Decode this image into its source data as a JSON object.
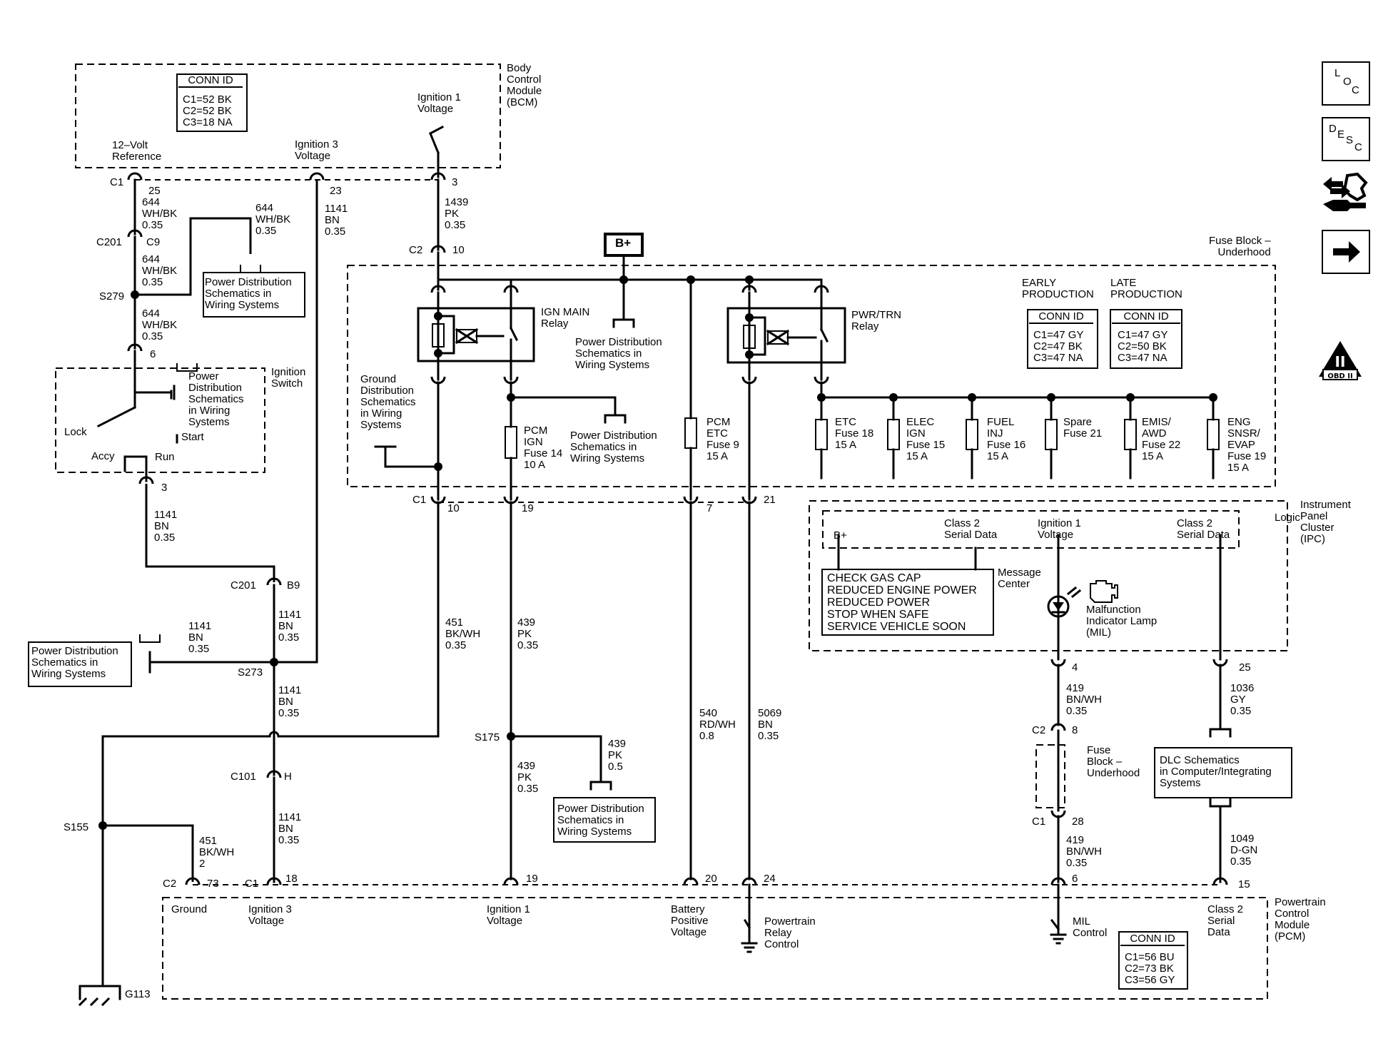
{
  "modules": {
    "bcm": {
      "name": "Body\nControl\nModule\n(BCM)"
    },
    "fuse_block": {
      "name": "Fuse Block –\nUnderhood"
    },
    "ipc": {
      "name": "Instrument\nPanel\nCluster\n(IPC)",
      "logic": "Logic"
    },
    "pcm": {
      "name": "Powertrain\nControl\nModule\n(PCM)"
    },
    "ignition_switch": {
      "name": "Ignition\nSwitch"
    },
    "fuse_block_inline": {
      "name": "Fuse\nBlock –\nUnderhood"
    }
  },
  "conn_tables": {
    "bcm": {
      "title": "CONN ID",
      "lines": "C1=52 BK\nC2=52 BK\nC3=18 NA"
    },
    "early": {
      "heading": "EARLY\nPRODUCTION",
      "title": "CONN ID",
      "lines": "C1=47 GY\nC2=47 BK\nC3=47 NA"
    },
    "late": {
      "heading": "LATE\nPRODUCTION",
      "title": "CONN ID",
      "lines": "C1=47 GY\nC2=50 BK\nC3=47 NA"
    },
    "pcm": {
      "title": "CONN ID",
      "lines": "C1=56 BU\nC2=73 BK\nC3=56 GY"
    }
  },
  "power_source": "B+",
  "relays": {
    "ign_main": "IGN MAIN\nRelay",
    "pwr_trn": "PWR/TRN\nRelay"
  },
  "fuses": {
    "pcm_ign": "PCM\nIGN\nFuse 14\n10 A",
    "pcm_etc": "PCM\nETC\nFuse 9\n15 A",
    "etc": "ETC\nFuse 18\n15 A",
    "elec_ign": "ELEC\nIGN\nFuse 15\n15 A",
    "fuel_inj": "FUEL\nINJ\nFuse 16\n15 A",
    "spare": "Spare\nFuse 21",
    "emis_awd": "EMIS/\nAWD\nFuse 22\n15 A",
    "eng_snsr": "ENG\nSNSR/\nEVAP\nFuse 19\n15 A"
  },
  "references": {
    "pdist_bcm": "Power Distribution\nSchematics in\nWiring Systems",
    "pdist_relay": "Power Distribution\nSchematics in\nWiring Systems",
    "pdist_fuse": "Power Distribution\nSchematics in\nWiring Systems",
    "pdist_switch": "Power\nDistribution\nSchematics\nin Wiring\nSystems",
    "pdist_left": "Power Distribution\nSchematics in\nWiring Systems",
    "pdist_s175": "Power Distribution\nSchematics in\nWiring Systems",
    "ground_dist": "Ground\nDistribution\nSchematics\nin Wiring\nSystems",
    "dlc": "DLC Schematics\nin Computer/Integrating\nSystems"
  },
  "ignition_switch_positions": {
    "lock": "Lock",
    "accy": "Accy",
    "run": "Run",
    "start": "Start"
  },
  "bcm_pins": {
    "ref12v": "12–Volt\nReference",
    "ign3": "Ignition 3\nVoltage",
    "ign1": "Ignition 1\nVoltage"
  },
  "ipc_labels": {
    "bplus": "B+",
    "class2a": "Class 2\nSerial Data",
    "ign1": "Ignition 1\nVoltage",
    "class2b": "Class 2\nSerial Data",
    "message_center": "Message\nCenter",
    "mil": "Malfunction\nIndicator Lamp\n(MIL)",
    "messages": "CHECK GAS CAP\nREDUCED ENGINE POWER\nREDUCED POWER\nSTOP WHEN SAFE\nSERVICE VEHICLE SOON"
  },
  "pcm_pins": {
    "ground": "Ground",
    "ign3": "Ignition 3\nVoltage",
    "ign1": "Ignition 1\nVoltage",
    "batt": "Battery\nPositive\nVoltage",
    "relay": "Powertrain\nRelay\nControl",
    "mil": "MIL\nControl",
    "class2": "Class 2\nSerial\nData"
  },
  "connector_labels": {
    "c1_bcm": "C1",
    "p25": "25",
    "p23": "23",
    "p3_bcm": "3",
    "c201_top": "C201",
    "c9": "C9",
    "c2_fb": "C2",
    "p10_fb": "10",
    "p6_sw": "6",
    "p3_sw": "3",
    "c201_b9": "C201",
    "b9": "B9",
    "c1_fb": "C1",
    "p10": "10",
    "p19": "19",
    "p7": "7",
    "p21": "21",
    "p4": "4",
    "p25_ipc": "25",
    "c2_fb2": "C2",
    "p8": "8",
    "c1_fb2": "C1",
    "p28": "28",
    "c101": "C101",
    "h": "H",
    "c2_pcm": "C2",
    "p73": "73",
    "c1_pcm": "C1",
    "p18": "18",
    "p19_pcm": "19",
    "p20": "20",
    "p24": "24",
    "p6_pcm": "6",
    "p15": "15"
  },
  "splices": {
    "s279": "S279",
    "s273": "S273",
    "s175": "S175",
    "s155": "S155",
    "g113": "G113"
  },
  "wires": {
    "w644a": "644\nWH/BK\n0.35",
    "w644b": "644\nWH/BK\n0.35",
    "w644c": "644\nWH/BK\n0.35",
    "w644d": "644\nWH/BK\n0.35",
    "w1141_bcm": "1141\nBN\n0.35",
    "w1439": "1439\nPK\n0.35",
    "w1141_sw": "1141\nBN\n0.35",
    "w1141_b9": "1141\nBN\n0.35",
    "w1141_left": "1141\nBN\n0.35",
    "w1141_s273": "1141\nBN\n0.35",
    "w1141_c101": "1141\nBN\n0.35",
    "w451": "451\nBK/WH\n0.35",
    "w451_s155": "451\nBK/WH\n2",
    "w439a": "439\nPK\n0.35",
    "w439b": "439\nPK\n0.5",
    "w439c": "439\nPK\n0.35",
    "w540": "540\nRD/WH\n0.8",
    "w5069": "5069\nBN\n0.35",
    "w419a": "419\nBN/WH\n0.35",
    "w419b": "419\nBN/WH\n0.35",
    "w1036": "1036\nGY\n0.35",
    "w1049": "1049\nD-GN\n0.35"
  },
  "side_icons": {
    "loc": [
      "L",
      "O",
      "C"
    ],
    "desc": [
      "D",
      "E",
      "S",
      "C"
    ],
    "obd": "OBD II",
    "obd_mark": "II"
  },
  "icon_names": [
    "loc-icon",
    "desc-icon",
    "wrench-arrows-icon",
    "next-arrow-icon",
    "obd-ii-icon",
    "engine-icon",
    "lamp-icon",
    "ground-icon"
  ]
}
